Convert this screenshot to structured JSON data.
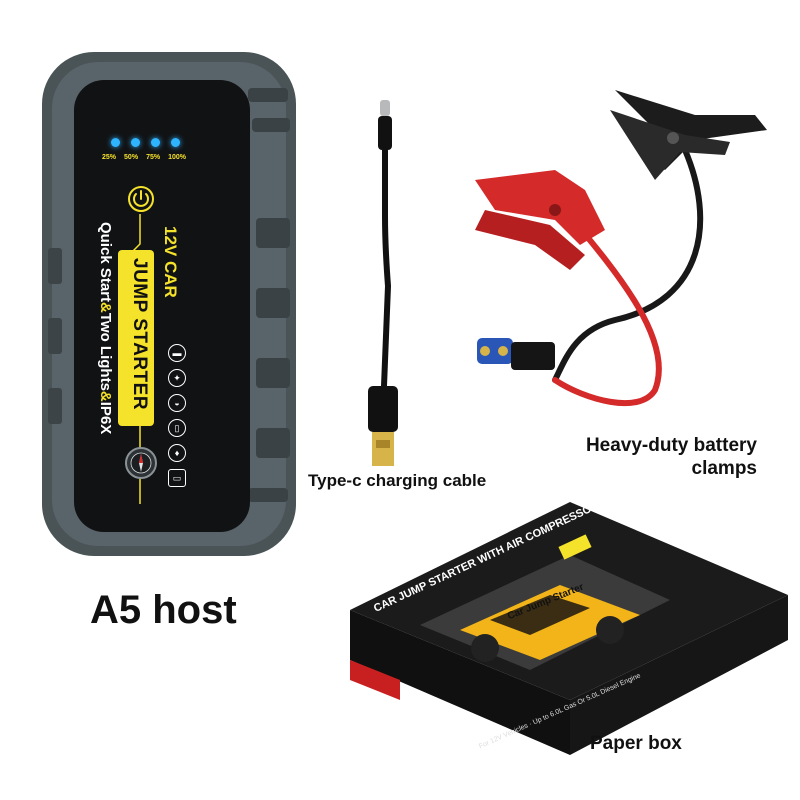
{
  "device": {
    "battery_levels": [
      "25%",
      "50%",
      "75%",
      "100%"
    ],
    "voltage_label": "12V CAR",
    "product_label": "JUMP STARTER",
    "feature_line_1": "Quick Start",
    "feature_amp_1": "&",
    "feature_line_2": "Two Lights",
    "feature_amp_2": "&",
    "feature_line_3": "IP6X"
  },
  "box": {
    "header": "CAR JUMP STARTER WITH AIR COMPRESSOR",
    "car_label": "Car Jump Starter",
    "footer": "For 12V Vehicles · Up to 6.0L Gas Or 5.0L Diesel Engine"
  },
  "captions": {
    "host": "A5 host",
    "cable": "Type-c charging cable",
    "clamps_line1": "Heavy-duty battery",
    "clamps_line2": "clamps",
    "box": "Paper box"
  },
  "colors": {
    "accent_yellow": "#f5e22a",
    "device_body": "#4a5356",
    "clamp_red": "#d42a2a",
    "connector_blue": "#2a56b8",
    "led_blue": "#2fb4ff"
  }
}
